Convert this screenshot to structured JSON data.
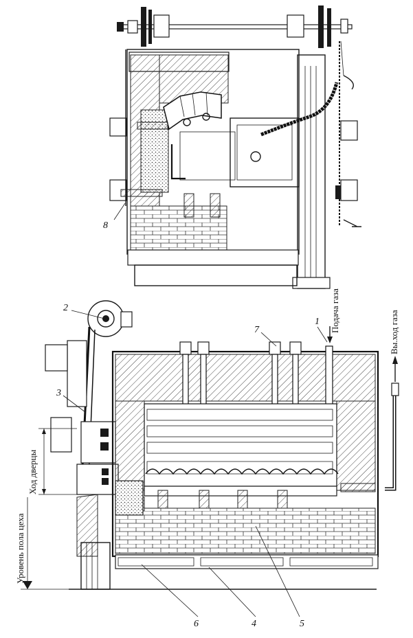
{
  "labels": {
    "l1": "1",
    "l2": "2",
    "l3": "3",
    "l4": "4",
    "l5": "5",
    "l6": "6",
    "l7": "7",
    "l8": "8"
  },
  "side_text": {
    "gas_supply": "Подача газа",
    "gas_exit": "Вы.ход газа",
    "door_travel": "Ход дверцы",
    "floor_level": "Уровень пола цеха"
  }
}
